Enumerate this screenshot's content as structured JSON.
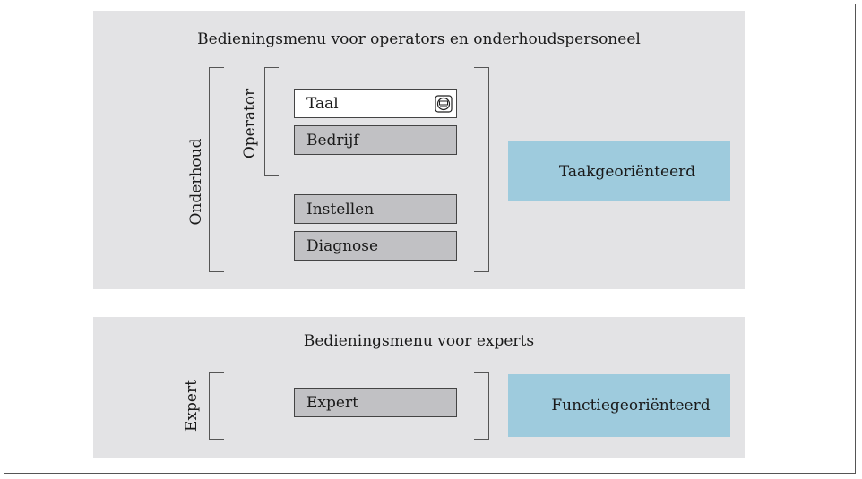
{
  "panel_top": {
    "title": "Bedieningsmenu voor operators en onderhoudspersoneel",
    "outer_label": "Onderhoud",
    "inner_label": "Operator",
    "items": [
      {
        "label": "Taal",
        "icon": "display-device-icon"
      },
      {
        "label": "Bedrijf"
      },
      {
        "label": "Instellen"
      },
      {
        "label": "Diagnose"
      }
    ],
    "tag": "Taakgeoriënteerd"
  },
  "panel_bottom": {
    "title": "Bedieningsmenu voor experts",
    "outer_label": "Expert",
    "items": [
      {
        "label": "Expert"
      }
    ],
    "tag": "Functiegeoriënteerd"
  },
  "colors": {
    "panel_bg": "#e3e3e5",
    "menu_item_bg": "#c1c1c4",
    "tag_bg": "#9ecbdd"
  }
}
